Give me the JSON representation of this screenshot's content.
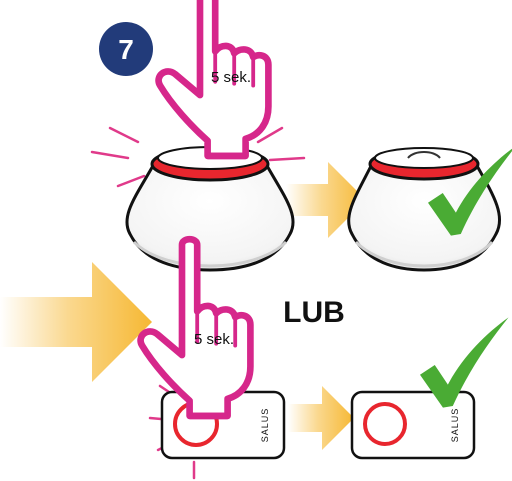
{
  "step": {
    "number": "7"
  },
  "hand_label": "5 sek.",
  "or_label": "LUB",
  "brand_label": "SALUS",
  "colors": {
    "badge": "#223b7a",
    "hand": "#d6278b",
    "ring": "#e8262e",
    "ray": "#e03a8a",
    "arrow": "#f6b833",
    "check": "#4aab34",
    "outline": "#111111"
  },
  "icons": [
    "hand-press-icon",
    "arrow-right-icon",
    "checkmark-icon"
  ]
}
